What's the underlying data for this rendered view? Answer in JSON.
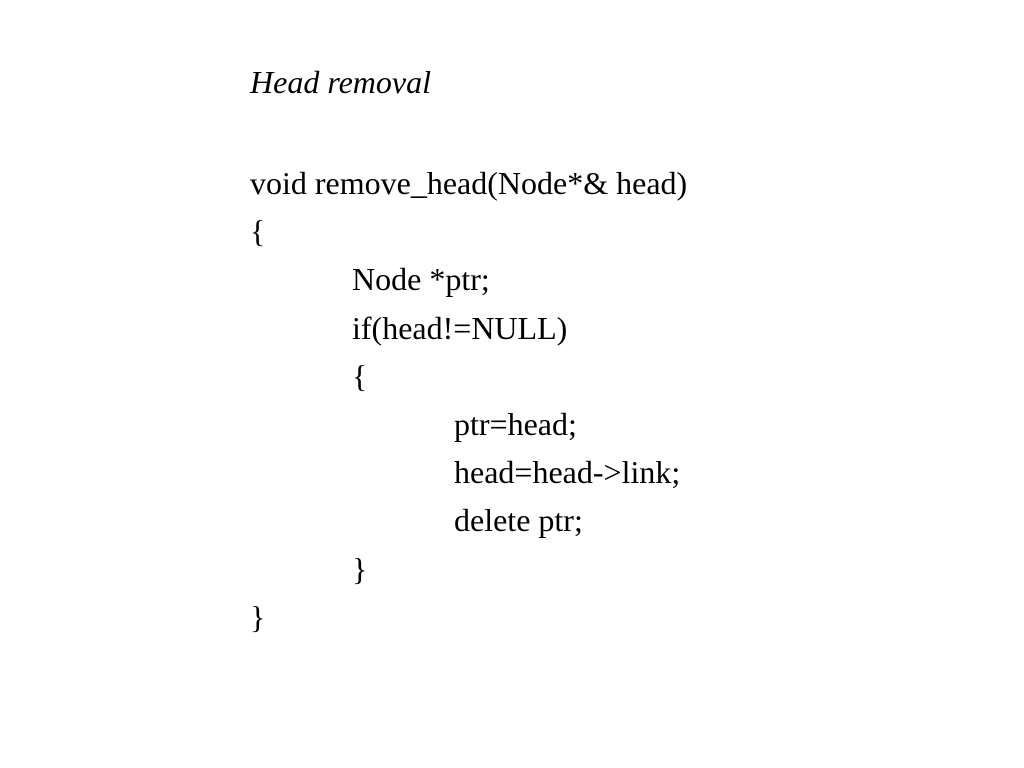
{
  "slide": {
    "title": "Head removal",
    "code_lines": [
      {
        "text": "void remove_head(Node*& head)",
        "indent": 0
      },
      {
        "text": "{",
        "indent": 0
      },
      {
        "text": "Node *ptr;",
        "indent": 1
      },
      {
        "text": "if(head!=NULL)",
        "indent": 1
      },
      {
        "text": "{",
        "indent": 1
      },
      {
        "text": "ptr=head;",
        "indent": 2
      },
      {
        "text": "head=head->link;",
        "indent": 2
      },
      {
        "text": "delete ptr;",
        "indent": 2
      },
      {
        "text": "}",
        "indent": 1
      },
      {
        "text": "}",
        "indent": 0
      }
    ]
  }
}
